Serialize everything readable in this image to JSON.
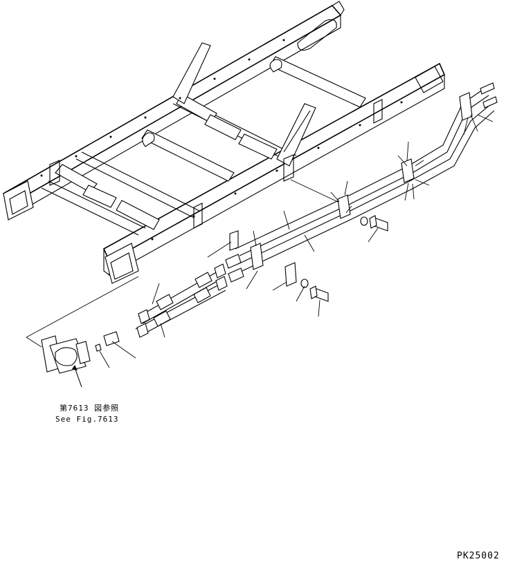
{
  "reference": {
    "line1": "第7613 図参照",
    "line2": "See Fig.7613"
  },
  "figure_code": "PK25002",
  "colors": {
    "line": "#000000",
    "background": "#ffffff"
  }
}
